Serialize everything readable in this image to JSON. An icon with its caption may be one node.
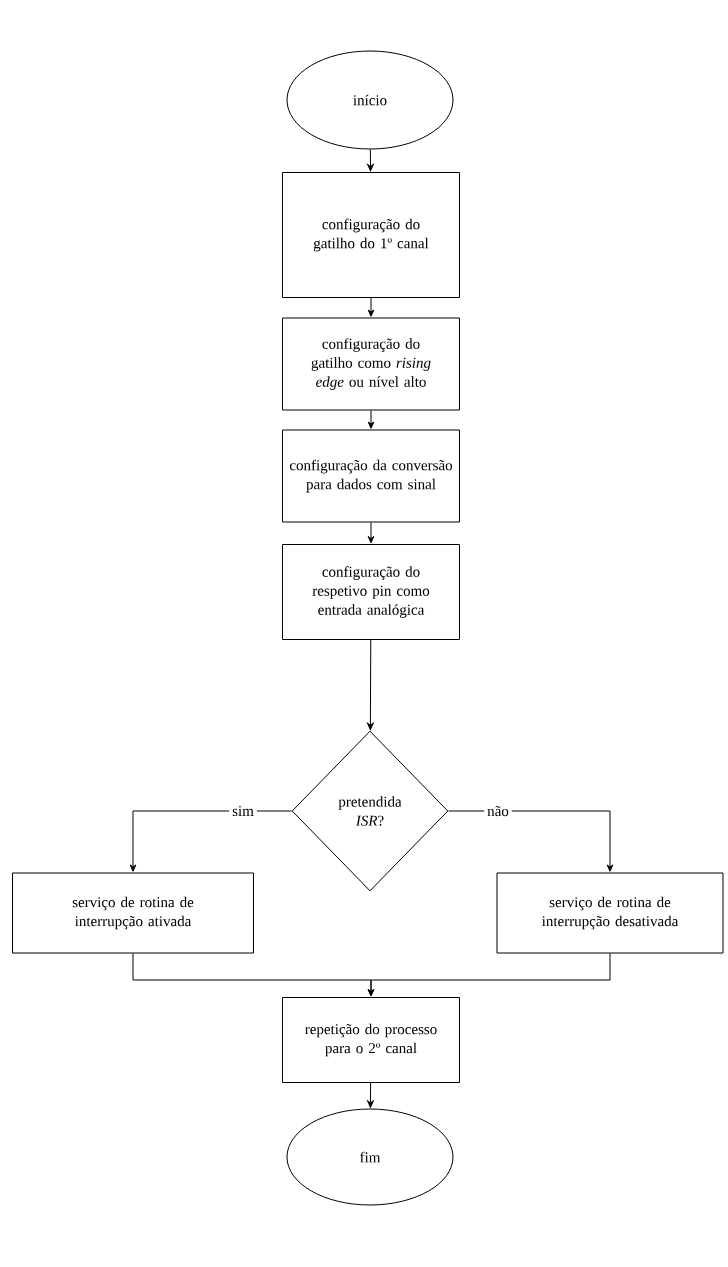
{
  "diagram": {
    "nodes": [
      {
        "text": [
          "início"
        ]
      },
      {
        "text": [
          "configuração do gatilho do 1º canal"
        ]
      },
      {
        "text": [
          "configuração do gatilho como *rising edge* ou nível alto"
        ]
      },
      {
        "text": [
          "configuração da conversão para dados com sinal"
        ]
      },
      {
        "text": [
          "configuração do respetivo pin como entrada analógica"
        ]
      },
      {
        "text": [
          "pretendida *ISR*?"
        ]
      },
      {
        "text": [
          "serviço de rotina de interrupção ativada"
        ]
      },
      {
        "text": [
          "serviço de rotina de interrupção desativada"
        ]
      },
      {
        "text": [
          "repetição do processo para o 2º canal"
        ]
      },
      {
        "text": [
          "fim"
        ]
      }
    ],
    "edges": [
      {
        "from": 0,
        "to": 1,
        "arrow": "to"
      },
      {
        "from": 1,
        "to": 2,
        "arrow": "to"
      },
      {
        "from": 2,
        "to": 3,
        "arrow": "to"
      },
      {
        "from": 3,
        "to": 4,
        "arrow": "to"
      },
      {
        "from": 4,
        "to": 5,
        "arrow": "to"
      },
      {
        "from": 5,
        "to": 6,
        "arrow": "to",
        "label": "sim"
      },
      {
        "from": 5,
        "to": 7,
        "arrow": "to",
        "label": "não"
      },
      {
        "from": 6,
        "to": 8,
        "arrow": "to"
      },
      {
        "from": 7,
        "to": 8,
        "arrow": "to"
      },
      {
        "from": 8,
        "to": 9,
        "arrow": "to"
      }
    ]
  }
}
